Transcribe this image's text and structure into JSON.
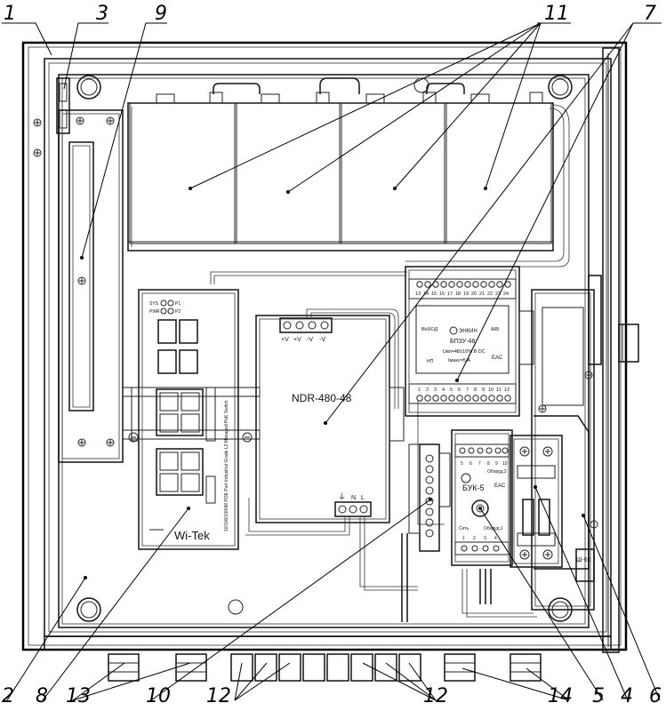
{
  "callouts": {
    "c1": "1",
    "c2": "2",
    "c3": "3",
    "c4": "4",
    "c5": "5",
    "c6": "6",
    "c7": "7",
    "c8": "8",
    "c9": "9",
    "c10": "10",
    "c11": "11",
    "c12a": "12",
    "c12b": "12",
    "c13": "13",
    "c14": "14"
  },
  "switch": {
    "brand": "Wi-Tek",
    "model_text": "10/100/1000M POE Port Industrial Grade L2 Managed PoE Switch",
    "led_p1": "P1",
    "led_p2": "P2",
    "led_sys": "SYS",
    "led_pwr": "PWR"
  },
  "psu": {
    "model": "NDR-480-48",
    "terminals_top": [
      "+V",
      "+V",
      "-V",
      "-V"
    ],
    "terminals_bottom": [
      "⏚",
      "N",
      "L"
    ]
  },
  "charger": {
    "top_numbers": [
      "13",
      "14",
      "15",
      "16",
      "17",
      "18",
      "19",
      "20",
      "21",
      "22",
      "23",
      "24"
    ],
    "bottom_numbers": [
      "1",
      "2",
      "3",
      "4",
      "5",
      "6",
      "7",
      "8",
      "9",
      "10",
      "11",
      "12"
    ],
    "brand": "ЭНКИН",
    "model": "БПЗУ-48",
    "voltage": "Uвх=48±10% В DC",
    "current": "Iмакс=5 А",
    "label_out": "ВЫХОД",
    "label_akb": "АКБ",
    "label_np": "НП",
    "ce_mark": "EAC"
  },
  "relay": {
    "model": "БУК-5",
    "label_net": "Сеть",
    "label_common1": "Оборуд.1",
    "label_common2": "Оборуд.2",
    "top_numbers": [
      "5",
      "6",
      "7",
      "8",
      "9",
      "10"
    ],
    "bottom_numbers": [
      "1",
      "2",
      "3",
      "4"
    ],
    "ce_mark": "EAC"
  },
  "breaker": {
    "label": "Ш-60"
  }
}
